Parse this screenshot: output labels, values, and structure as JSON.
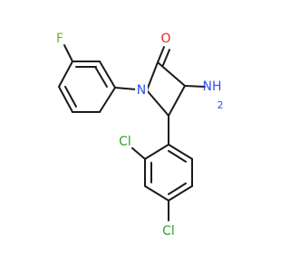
{
  "molecule": {
    "atoms": {
      "oxygen": "O",
      "nitrogen_ring": "N",
      "fluorine": "F",
      "amine": "NH",
      "amine_h2": "2",
      "chlorine_ortho": "Cl",
      "chlorine_para": "Cl"
    },
    "colors": {
      "bond": "#1a1a1a",
      "oxygen": "#e8201f",
      "nitrogen": "#3050f8",
      "fluorine": "#6fb41c",
      "chlorine": "#2aa32a"
    }
  }
}
